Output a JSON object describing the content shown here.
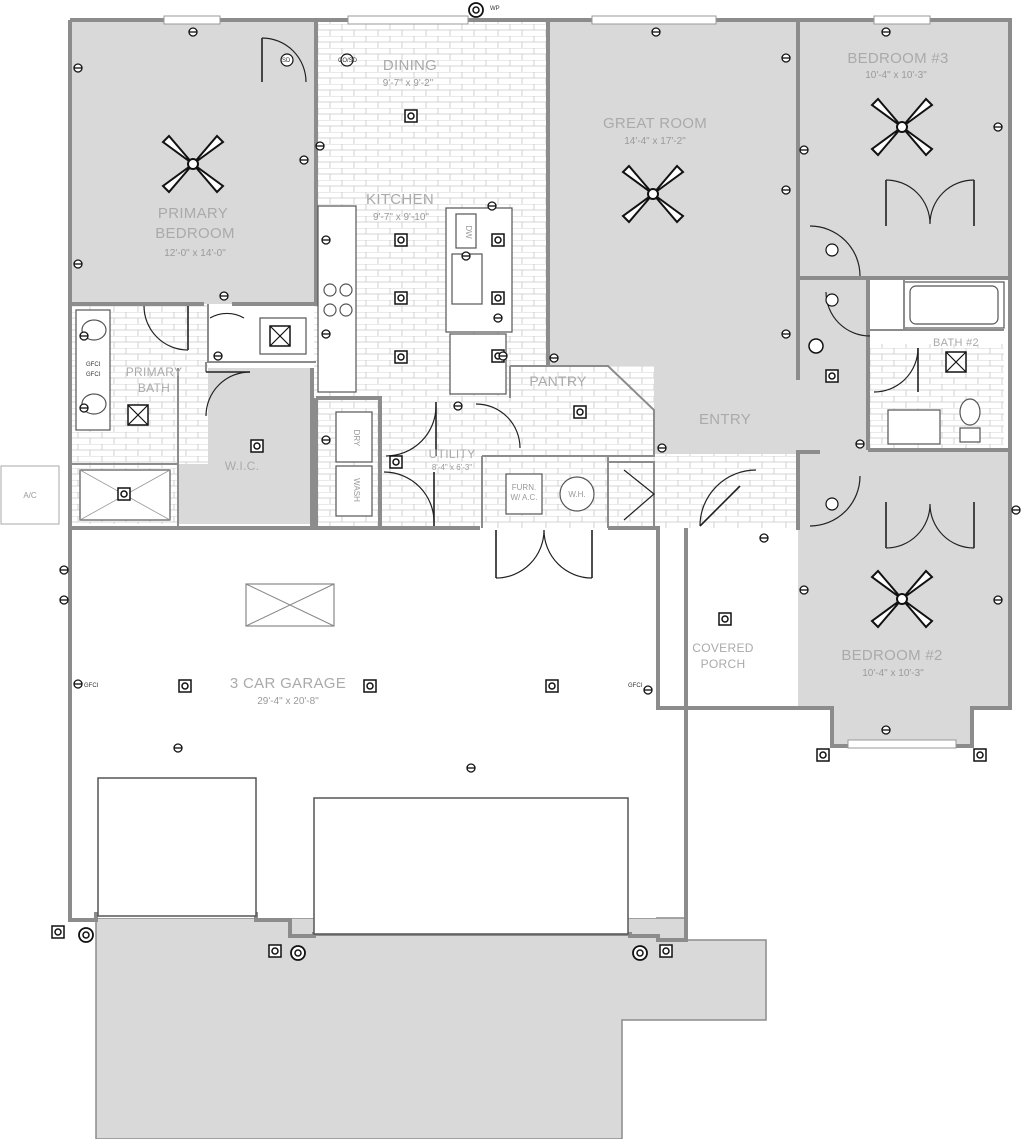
{
  "rooms": [
    {
      "id": "primary-bedroom",
      "name_line1": "PRIMARY",
      "name_line2": "BEDROOM",
      "dims": "12'-0\" x 14'-0\""
    },
    {
      "id": "dining",
      "name": "DINING",
      "dims": "9'-7\" x 9'-2\""
    },
    {
      "id": "kitchen",
      "name": "KITCHEN",
      "dims": "9'-7\" x 9'-10\""
    },
    {
      "id": "great-room",
      "name": "GREAT ROOM",
      "dims": "14'-4\" x 17'-2\""
    },
    {
      "id": "bedroom-3",
      "name": "BEDROOM #3",
      "dims": "10'-4\" x 10'-3\""
    },
    {
      "id": "bedroom-2",
      "name": "BEDROOM #2",
      "dims": "10'-4\" x 10'-3\""
    },
    {
      "id": "primary-bath",
      "name_line1": "PRIMARY",
      "name_line2": "BATH"
    },
    {
      "id": "wic",
      "name": "W.I.C."
    },
    {
      "id": "pantry",
      "name": "PANTRY"
    },
    {
      "id": "utility",
      "name": "UTILITY",
      "dims": "8'-4\" x 6'-3\""
    },
    {
      "id": "entry",
      "name": "ENTRY"
    },
    {
      "id": "bath-2",
      "name": "BATH #2"
    },
    {
      "id": "garage",
      "name": "3 CAR GARAGE",
      "dims": "29'-4\" x 20'-8\""
    },
    {
      "id": "covered-porch",
      "name_line1": "COVERED",
      "name_line2": "PORCH"
    }
  ],
  "fixtures": {
    "ac": "A/C",
    "furnace_line1": "FURN.",
    "furnace_line2": "W/ A.C.",
    "water_heater": "W.H.",
    "dryer": "DRY",
    "washer": "WASH",
    "dishwasher": "DW",
    "weatherproof": "WP",
    "gfci": "GFCI",
    "smoke_detector": "SD",
    "co_detector": "CO/SD"
  },
  "icons": {
    "ceiling_fan": "ceiling-fan-icon",
    "ceiling_light": "ceiling-light-icon",
    "wall_outlet": "wall-outlet-icon",
    "switch": "switch-icon",
    "exhaust_fan": "exhaust-fan-icon",
    "exterior_light": "exterior-light-icon"
  },
  "colors": {
    "room_fill": "#d9d9d9",
    "wall": "#8c8c8c",
    "label": "#aaaaaa",
    "tile": "#ffffff",
    "tile_line": "#c8c8c8"
  }
}
